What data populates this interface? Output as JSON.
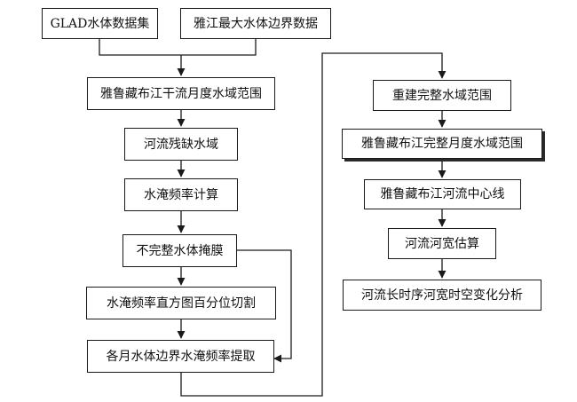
{
  "nodes": {
    "glad": "GLAD水体数据集",
    "yajiang_max_boundary": "雅江最大水体边界数据",
    "mainstream_monthly_extent": "雅鲁藏布江干流月度水域范围",
    "river_missing_water": "河流残缺水域",
    "inundation_frequency_calc": "水淹频率计算",
    "incomplete_water_mask": "不完整水体掩膜",
    "histogram_percentile_cut": "水淹频率直方图百分位切割",
    "monthly_boundary_extraction": "各月水体边界水淹频率提取",
    "rebuild_complete_extent": "重建完整水域范围",
    "complete_monthly_extent": "雅鲁藏布江完整月度水域范围",
    "river_centerline": "雅鲁藏布江河流中心线",
    "river_width_estimation": "河流河宽估算",
    "spatiotemporal_analysis": "河流长时序河宽时空变化分析"
  }
}
